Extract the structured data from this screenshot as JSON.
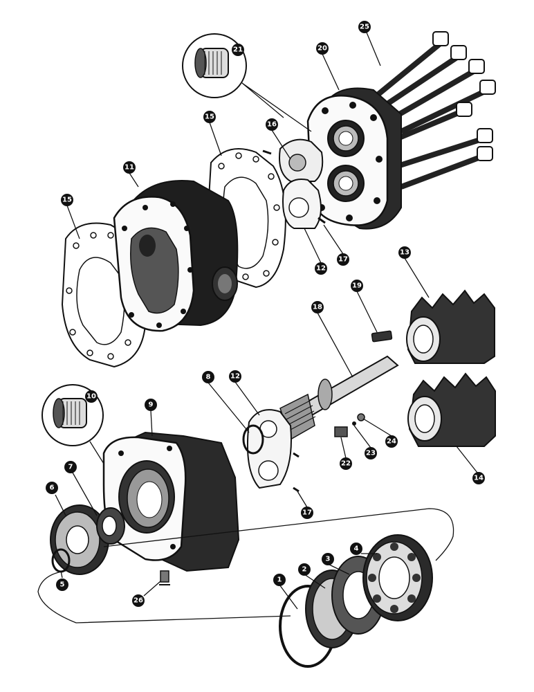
{
  "callouts": [
    {
      "id": "c1",
      "label": "1"
    },
    {
      "id": "c2",
      "label": "2"
    },
    {
      "id": "c3",
      "label": "3"
    },
    {
      "id": "c4",
      "label": "4"
    },
    {
      "id": "c5",
      "label": "5"
    },
    {
      "id": "c6",
      "label": "6"
    },
    {
      "id": "c7",
      "label": "7"
    },
    {
      "id": "c8",
      "label": "8"
    },
    {
      "id": "c9",
      "label": "9"
    },
    {
      "id": "c10",
      "label": "10"
    },
    {
      "id": "c11",
      "label": "11"
    },
    {
      "id": "c12a",
      "label": "12"
    },
    {
      "id": "c12b",
      "label": "12"
    },
    {
      "id": "c13",
      "label": "13"
    },
    {
      "id": "c14",
      "label": "14"
    },
    {
      "id": "c15a",
      "label": "15"
    },
    {
      "id": "c15b",
      "label": "15"
    },
    {
      "id": "c16",
      "label": "16"
    },
    {
      "id": "c17a",
      "label": "17"
    },
    {
      "id": "c17b",
      "label": "17"
    },
    {
      "id": "c18",
      "label": "18"
    },
    {
      "id": "c19",
      "label": "19"
    },
    {
      "id": "c20",
      "label": "20"
    },
    {
      "id": "c21",
      "label": "21"
    },
    {
      "id": "c22",
      "label": "22"
    },
    {
      "id": "c23",
      "label": "23"
    },
    {
      "id": "c24",
      "label": "24"
    },
    {
      "id": "c25",
      "label": "25"
    },
    {
      "id": "c26",
      "label": "26"
    }
  ]
}
